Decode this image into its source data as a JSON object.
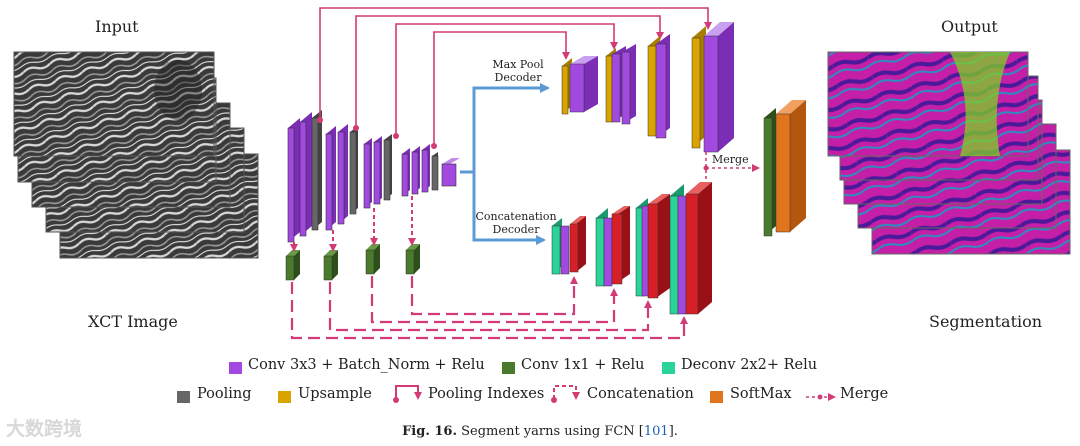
{
  "labels": {
    "input": "Input",
    "output": "Output",
    "xct_image": "XCT Image",
    "segmentation": "Segmentation",
    "max_pool_decoder": [
      "Max Pool",
      "Decoder"
    ],
    "concat_decoder": [
      "Concatenation",
      "Decoder"
    ],
    "merge": "Merge"
  },
  "legend": [
    {
      "key": "conv",
      "label": "Conv 3x3  + Batch_Norm + Relu",
      "color": "#a249e0"
    },
    {
      "key": "conv1x1",
      "label": "Conv 1x1 + Relu",
      "color": "#4a7a2c"
    },
    {
      "key": "deconv",
      "label": "Deconv 2x2+ Relu",
      "color": "#29d39a"
    },
    {
      "key": "pooling",
      "label": "Pooling",
      "color": "#666666"
    },
    {
      "key": "upsample",
      "label": "Upsample",
      "color": "#d9a300"
    },
    {
      "key": "pool_idx",
      "label": "Pooling Indexes",
      "color": "#d33b77"
    },
    {
      "key": "concat",
      "label": "Concatenation",
      "color": "#d33b77"
    },
    {
      "key": "softmax",
      "label": "SoftMax",
      "color": "#e0751e"
    },
    {
      "key": "merge",
      "label": "Merge",
      "color": "#d33b77"
    }
  ],
  "caption": {
    "fig": "Fig. 16.",
    "text": "Segment yarns using FCN [",
    "ref": "101",
    "end": "]."
  },
  "watermark": "大数跨境",
  "colors": {
    "conv": "#a249e0",
    "pool": "#666666",
    "green": "#4a7a2c",
    "teal": "#29d39a",
    "gold": "#d9a300",
    "red": "#d61f26",
    "orange": "#e0751e",
    "pink": "#d33b77",
    "blue": "#5b9bd5"
  }
}
